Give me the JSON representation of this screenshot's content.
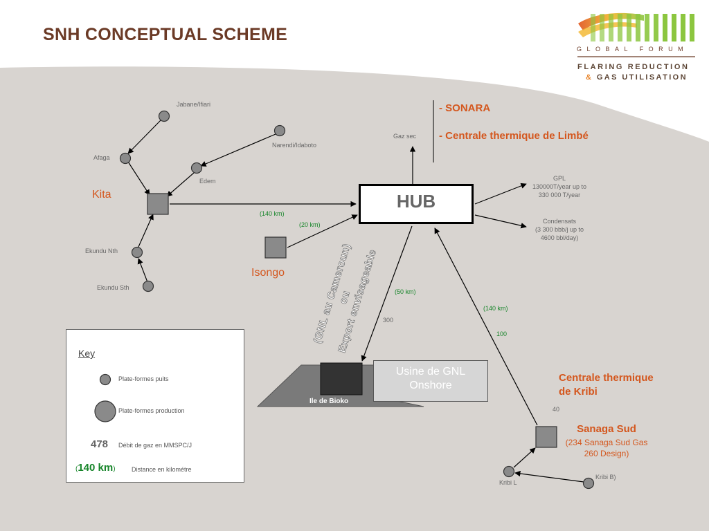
{
  "title": "SNH CONCEPTUAL SCHEME",
  "logo": {
    "line1": "GLOBAL FORUM",
    "line2": "FLARING REDUCTION",
    "amp": "&",
    "line3": "GAS UTILISATION"
  },
  "nodes": {
    "jabane": "Jabane/Ifiari",
    "narendi": "Narendi/Idaboto",
    "afaga": "Afaga",
    "edem": "Edem",
    "kita": "Kita",
    "ekundu_nth": "Ekundu Nth",
    "ekundu_sth": "Ekundu Sth",
    "isongo": "Isongo",
    "gaz_sec": "Gaz sec",
    "hub": "HUB",
    "gpl": [
      "GPL",
      "130000T/year up to",
      "330 000 T/year"
    ],
    "condensats": [
      "Condensats",
      "(3 300 bbb/j up to",
      "4600 bbl/day)"
    ],
    "usine": [
      "Usine de GNL",
      "Onshore"
    ],
    "ile_de_bioko": "Ile de Bioko",
    "centrale_kribi": [
      "Centrale thermique",
      "de Kribi"
    ],
    "sanaga_sud": "Sanaga Sud",
    "sanaga_sud_detail": [
      "(234 Sanaga Sud Gas",
      "260 Design)"
    ],
    "kribi_l": "Kribi L",
    "kribi_b": "Kribi B)"
  },
  "consumers": {
    "sonara": "SONARA",
    "limbe": "Centrale thermique de Limbé",
    "dash": "-"
  },
  "distances": {
    "kita_hub": "(140 km)",
    "isongo_hub": "(20 km)",
    "hub_usine": "(50 km)",
    "sanaga_hub": "(140 km)"
  },
  "flows": {
    "hub_usine": "300",
    "sanaga_hub": "100",
    "kribi_centrale": "40"
  },
  "gnl_note": [
    "(GNL au Cameroun)",
    "ou",
    "Export envisageable"
  ],
  "key": {
    "title": "Key",
    "wells": "Plate-formes puits",
    "production": "Plate-formes production",
    "flow_value": "478",
    "flow_desc": "Débit de gaz en MMSPC/J",
    "km_open": "(",
    "km_value": "140 km",
    "km_close": ")",
    "km_desc": "Distance en kilométre"
  },
  "colors": {
    "title": "#6b3a26",
    "accent": "#d4571e",
    "distance": "#17852a",
    "background_band": "#d8d4d0"
  }
}
